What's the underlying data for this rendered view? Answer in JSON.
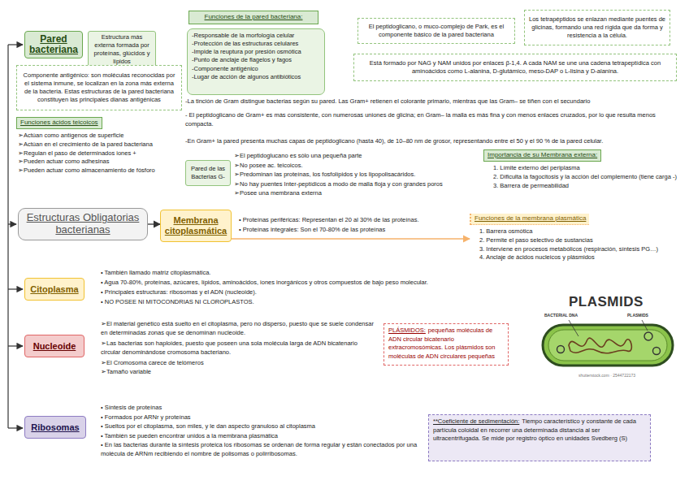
{
  "diagram": {
    "nodes": [
      {
        "text": [
          "Pared bacteriana"
        ]
      },
      {
        "text": [
          "Estructura más externa formada por proteínas, glúcidos y lípidos"
        ]
      },
      {
        "text": [
          "Componente antigénico: son moléculas reconocidas por el sistema inmune, se localizan en la zona más externa de la bacteria. Estas estructuras de la pared bacteriana constituyen las principales dianas antigénicas"
        ]
      },
      {
        "text": [
          "Funciones ácidos teicoicos",
          "➢Actúan como antígenos de superficie",
          "➢Actúan en el crecimiento de la pared bacteriana",
          "➢Regulan el paso de determinados iones +",
          "➢Pueden actuar como adhesinas",
          "➢Pueden actuar como almacenamiento de fósforo"
        ]
      },
      {
        "text": [
          "Funciones de la pared bacteriana:"
        ]
      },
      {
        "text": [
          "-Responsable de la morfología celular",
          "-Protección de las estructuras celulares",
          "-Impide la reuptura por presión osmótica",
          "-Punto de anclaje de flagelos y fagos",
          "-Componente antigénico",
          "-Lugar de acción de algunos antibióticos"
        ]
      },
      {
        "text": [
          "El peptidoglicano, o muco-complejo de Park, es el componente básico de la pared bacteriana"
        ]
      },
      {
        "text": [
          "Los tetrapéptidos se enlazan mediante puentes de glicinas, formando una red rígida que da forma y resistencia a la célula."
        ]
      },
      {
        "text": [
          "Está formado por NAG y NAM unidos por enlaces β-1,4. A cada NAM se une una cadena tetrapeptídica con aminoácidos como L-alanina, D-glutámico, meso-DAP o L-lisina y D-alanina."
        ]
      },
      {
        "text": [
          "Pared de las Bacterias G-"
        ]
      },
      {
        "text": [
          "Importancia de su Membrana externa:",
          "1. Límite externo del periplasma",
          "2. Dificulta la fagocitosis y la acción del complemento (tiene carga -)",
          "3. Barrera de permeabilidad"
        ]
      },
      {
        "text": [
          "Estructuras Obligatorias bacterianas"
        ]
      },
      {
        "text": [
          "Membrana citoplasmática"
        ]
      },
      {
        "text": [
          "Funciones de la membrana plasmática",
          "1. Barrera osmótica",
          "2. Permite el paso selectivo de sustancias",
          "3. Interviene en procesos metabólicos (respiración, síntesis PG…)",
          "4. Anclaje de ácidos nucleicos y plásmidos"
        ]
      },
      {
        "text": [
          "Citoplasma"
        ]
      },
      {
        "text": [
          "Nucleoide"
        ]
      },
      {
        "text": [
          "PLÁSMIDOS:",
          "pequeñas moléculas de ADN circular bicatenario extracromosómicas. Los plásmidos son moléculas de ADN circulares pequeñas"
        ]
      },
      {
        "text": [
          "Ribosomas"
        ]
      },
      {
        "text": [
          "**Coeficiente de sedimentación:",
          "Tiempo característico y constante de cada partícula coloidal en recorrer una determinada distancia al ser ultracentrifugada. Se mide por registro óptico en unidades Svedberg (S)"
        ]
      }
    ],
    "edges": [
      {
        "from": 11,
        "to": 12,
        "arrow": "to"
      },
      {
        "from": 12,
        "to": 13,
        "arrow": "to"
      }
    ],
    "labels": [
      "-La tinción de Gram distingue bacterias según su pared. Las Gram+ retienen el colorante primario, mientras que las Gram– se tiñen con el secundario",
      "- El peptidoglicano de Gram+ es más consistente, con numerosas uniones de glicina; en Gram– la malla es más fina y con menos enlaces cruzados, por lo que resulta menos compacta.",
      "-En Gram+ la pared presenta muchas capas de peptidoglicano (hasta 40), de 10–80 nm de grosor, representando entre el 50 y el 90 % de la pared celular.",
      "➢El peptidoglucano es sólo una pequeña parte",
      "➢No posee ac. teicoicos.",
      "➢Predominan las proteínas, los fosfolípidos y los lipopolisacáridos.",
      "➢No hay puentes Inter-peptídicos a modo de malla floja y con grandes poros",
      "➢Posee una membrana externa",
      "• Proteínas periféricas: Representan el 20 al 30% de las proteínas.",
      "• Proteínas integrales: Son el 70-80% de las proteínas",
      "• También llamado matriz citoplasmática.",
      "• Agua 70-80%, proteínas, azúcares, lípidos, aminoácidos, iones inorgánicos y otros compuestos de bajo peso molecular.",
      "• Principales estructuras: ribosomas y el ADN (nucleoide).",
      "• NO POSEE NI MITOCONDRIAS NI CLOROPLASTOS.",
      "➢El material genético está suelto en el citoplasma, pero no disperso, puesto que se suele condensar en determinadas zonas que se denominan nucleoide.",
      "➢Las bacterias son haploides, puesto que poseen una sola molécula larga de ADN bicatenario circular denominándose cromosoma bacteriano.",
      "➢El Cromosoma carece de telómeros",
      "➢Tamaño variable",
      "• Síntesis de proteínas",
      "• Formados por ARNr y proteínas",
      "• Sueltos por el citoplasma, son miles, y le dan aspecto granuloso al citoplasma",
      "• También se pueden encontrar unidos a la membrana plasmática",
      "• En las bacterias durante la síntesis proteica los ribosomas se ordenan de forma regular y están conectados por una molécula de ARNm recibiendo el nombre de polisomas o polirribosomas.",
      "PLASMIDS",
      "BACTERIAL DNA",
      "PLASMIDS",
      "shutterstock.com · 2544722173"
    ]
  }
}
